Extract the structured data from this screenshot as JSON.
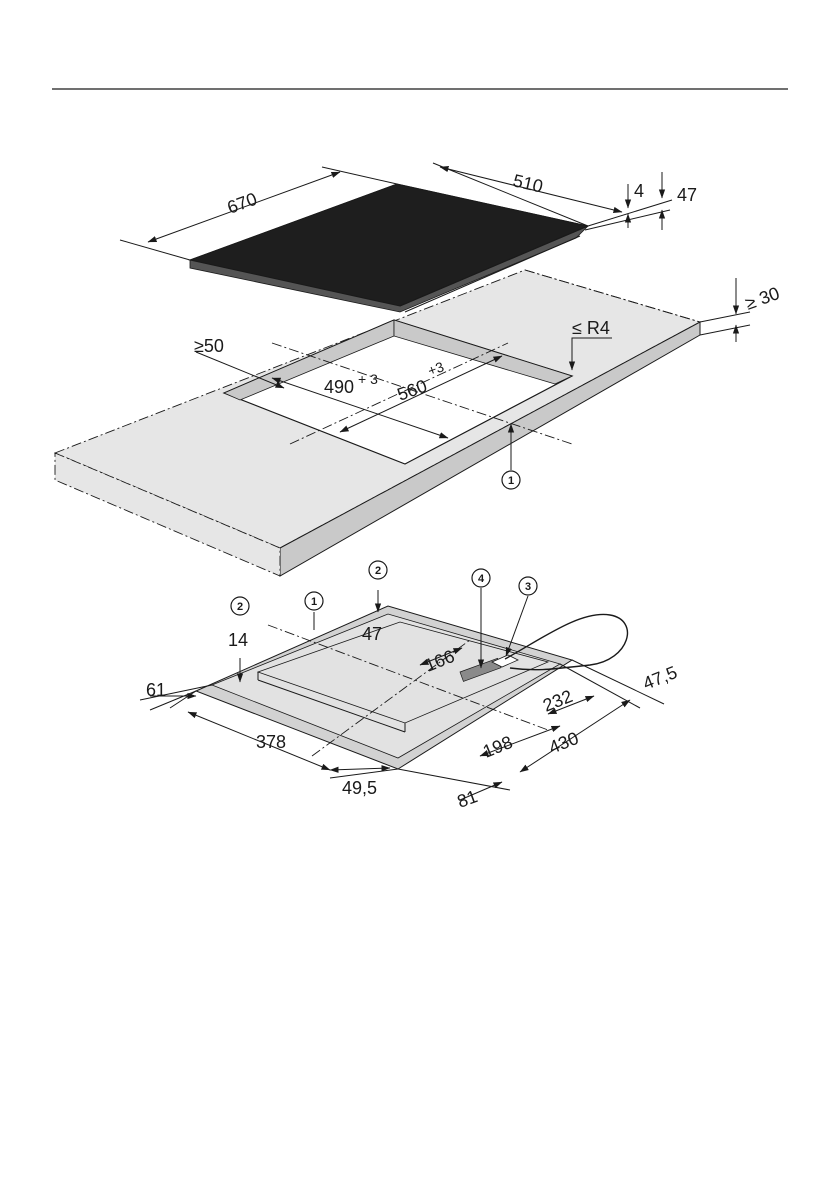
{
  "colors": {
    "hob_glass": "#1e1e1e",
    "worktop_top": "#e6e6e6",
    "worktop_front": "#c9c9c9",
    "hob_base": "#d2d2d2",
    "hob_inner": "#e2e2e2",
    "label_plate": "#8a8a8a",
    "line": "#1a1a1a"
  },
  "icons": {
    "arrow": "arrowhead-icon",
    "callout": "numbered-circle-icon"
  },
  "hob": {
    "width": "670",
    "depth": "510",
    "glass_thickness": "4",
    "total_height": "47"
  },
  "worktop": {
    "min_thickness": "≥ 30",
    "min_front_distance": "≥50",
    "cutout_width": "560",
    "cutout_width_tol": "+3",
    "cutout_depth": "490",
    "cutout_depth_tol": "+ 3",
    "corner_radius": "≤ R4"
  },
  "underside": {
    "dims": {
      "d61": "61",
      "d378": "378",
      "d49_5": "49,5",
      "d81": "81",
      "d198": "198",
      "d430": "430",
      "d232": "232",
      "d166": "166",
      "d47_5": "47,5",
      "d14": "14",
      "d47": "47"
    }
  },
  "callouts": {
    "c1_worktop": "1",
    "c1_base": "1",
    "c2_left": "2",
    "c2_center": "2",
    "c3": "3",
    "c4": "4"
  }
}
